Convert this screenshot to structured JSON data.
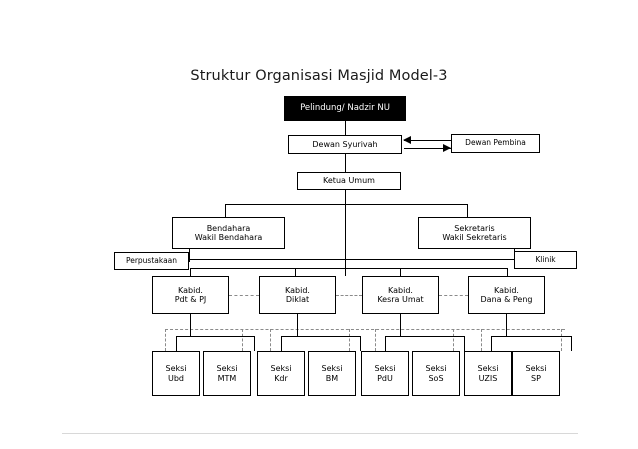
{
  "chart": {
    "title": "Struktur Organisasi Masjid Model-3",
    "type": "org-chart",
    "colors": {
      "node_border": "#000000",
      "node_fill": "#ffffff",
      "root_fill": "#000000",
      "root_text": "#ffffff",
      "connector": "#000000",
      "dashed_connector": "#8a8a8a",
      "footer_rule": "#d8d8d8"
    }
  },
  "nodes": {
    "pelindung": {
      "label": "Pelindung/ Nadzir NU"
    },
    "dewan_syuriyah": {
      "label": "Dewan Syurivah"
    },
    "dewan_pembina": {
      "label": "Dewan Pembina"
    },
    "ketua_umum": {
      "label": "Ketua Umum"
    },
    "bendahara": {
      "line1": "Bendahara",
      "line2": "Wakil Bendahara"
    },
    "sekretaris": {
      "line1": "Sekretaris",
      "line2": "Wakil Sekretaris"
    },
    "perpustakaan": {
      "label": "Perpustakaan"
    },
    "klinik": {
      "label": "Klinik"
    }
  },
  "kabid": [
    {
      "line1": "Kabid.",
      "line2": "Pdt & PJ"
    },
    {
      "line1": "Kabid.",
      "line2": "Diklat"
    },
    {
      "line1": "Kabid.",
      "line2": "Kesra Umat"
    },
    {
      "line1": "Kabid.",
      "line2": "Dana & Peng"
    }
  ],
  "seksi": [
    {
      "line1": "Seksi",
      "line2": "Ubd"
    },
    {
      "line1": "Seksi",
      "line2": "MTM"
    },
    {
      "line1": "Seksi",
      "line2": "Kdr"
    },
    {
      "line1": "Seksi",
      "line2": "BM"
    },
    {
      "line1": "Seksi",
      "line2": "PdU"
    },
    {
      "line1": "Seksi",
      "line2": "SoS"
    },
    {
      "line1": "Seksi",
      "line2": "UZIS"
    },
    {
      "line1": "Seksi",
      "line2": "SP"
    }
  ]
}
